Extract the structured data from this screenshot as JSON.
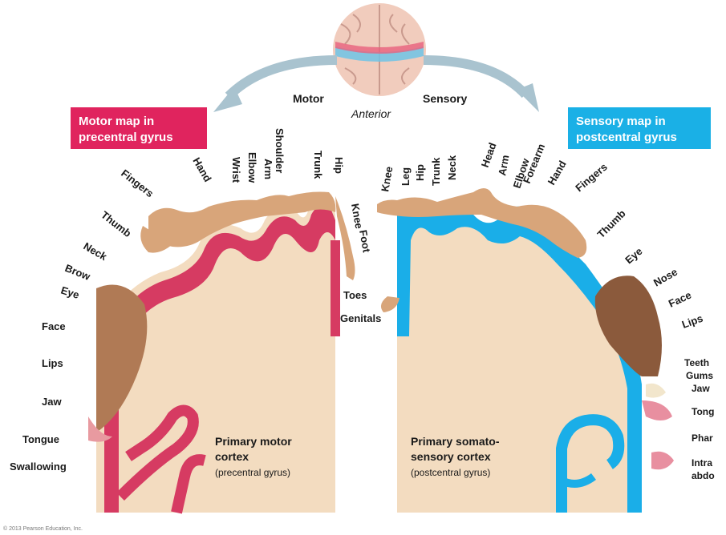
{
  "header": {
    "motor": "Motor",
    "sensory": "Sensory",
    "anterior": "Anterior"
  },
  "motor_box": {
    "line1": "Motor map in",
    "line2": "precentral gyrus",
    "color": "#e0245e"
  },
  "sensory_box": {
    "line1": "Sensory map in",
    "line2": "postcentral gyrus",
    "color": "#1ab0e6"
  },
  "motor_labels": {
    "toes": "Toes",
    "genitals": "Genitals",
    "foot": "Foot",
    "knee": "Knee",
    "hip": "Hip",
    "trunk": "Trunk",
    "shoulder": "Shoulder",
    "arm": "Arm",
    "elbow": "Elbow",
    "wrist": "Wrist",
    "hand": "Hand",
    "fingers": "Fingers",
    "thumb": "Thumb",
    "neck": "Neck",
    "brow": "Brow",
    "eye": "Eye",
    "face": "Face",
    "lips": "Lips",
    "jaw": "Jaw",
    "tongue": "Tongue",
    "swallowing": "Swallowing"
  },
  "sensory_labels": {
    "knee": "Knee",
    "leg": "Leg",
    "hip": "Hip",
    "trunk": "Trunk",
    "neck": "Neck",
    "head": "Head",
    "arm": "Arm",
    "elbow": "Elbow",
    "forearm": "Forearm",
    "hand": "Hand",
    "fingers": "Fingers",
    "thumb": "Thumb",
    "eye": "Eye",
    "nose": "Nose",
    "face": "Face",
    "lips": "Lips",
    "teeth": "Teeth",
    "gums": "Gums",
    "jaw": "Jaw",
    "tongue": "Tong",
    "pharynx": "Phar",
    "intra1": "Intra",
    "intra2": "abdo"
  },
  "cortex": {
    "motor_title1": "Primary motor",
    "motor_title2": "cortex",
    "motor_title3": "(precentral gyrus)",
    "sensory_title1": "Primary somato-",
    "sensory_title2": "sensory cortex",
    "sensory_title3": "(postcentral gyrus)"
  },
  "credit": "© 2013 Pearson Education, Inc.",
  "colors": {
    "cortex_fill": "#f3dcc0",
    "motor_band": "#d63b62",
    "sensory_band": "#1aaee8",
    "skin": "#d8a57a",
    "arrow": "#a9c3cf"
  }
}
